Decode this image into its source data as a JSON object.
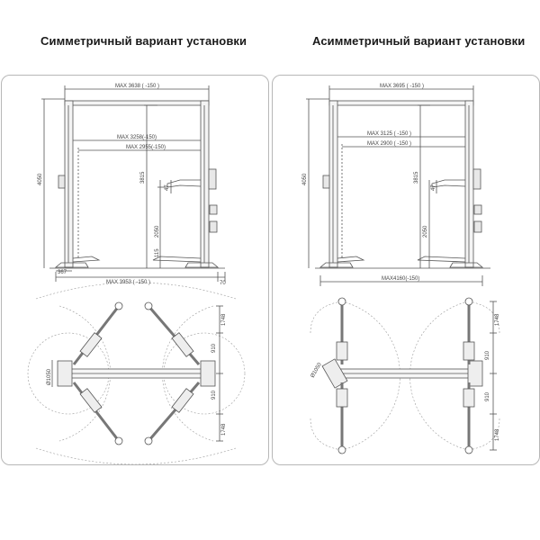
{
  "left": {
    "title": "Симметричный вариант установки",
    "dims": {
      "max_top": "MAX 3638 ( -150 )",
      "max_mid": "MAX 3258(-150)",
      "max_inner": "MAX 2955(-150)",
      "height_total": "4050",
      "height_lift": "3815",
      "post_height": "2050",
      "pad_low": "115",
      "pad_drop": "47",
      "base_left": "367",
      "base_right": "70",
      "max_bottom": "MAX 3953 ( -150 )",
      "arm_top": "1748",
      "arm_bottom": "1748",
      "gap_top": "910",
      "gap_bottom": "910",
      "dia": "Ø1050"
    }
  },
  "right": {
    "title": "Асимметричный вариант установки",
    "dims": {
      "max_top": "MAX 3695 ( -150 )",
      "max_mid": "MAX 3125 ( -150 )",
      "max_inner": "MAX 2900 ( -150 )",
      "height_total": "4050",
      "height_lift": "3815",
      "post_height": "2050",
      "pad_drop": "47",
      "max_bottom": "MAX4160(-150)",
      "arm_top": "1748",
      "arm_bottom": "1748",
      "gap_top": "910",
      "gap_bottom": "910",
      "dia": "Ø1050"
    }
  },
  "colors": {
    "line": "#555555",
    "panel_border": "#b7b7b7",
    "text": "#1a1a1a"
  }
}
